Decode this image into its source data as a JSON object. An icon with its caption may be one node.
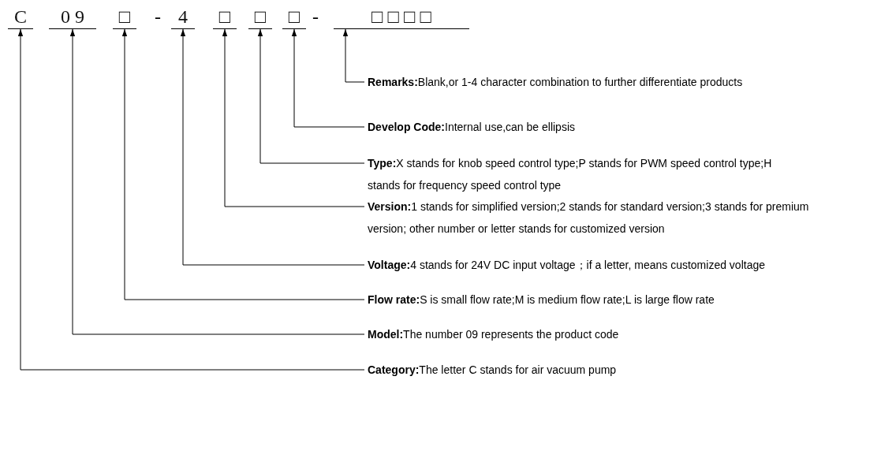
{
  "diagram": {
    "nodes": [
      {
        "text": [
          "C"
        ]
      },
      {
        "text": [
          "0 9"
        ]
      },
      {
        "text": [
          "□"
        ]
      },
      {
        "text": [
          "4"
        ]
      },
      {
        "text": [
          "□"
        ]
      },
      {
        "text": [
          "□"
        ]
      },
      {
        "text": [
          "□"
        ]
      },
      {
        "text": [
          "□ □ □ □"
        ]
      },
      {
        "text": [
          "**Remarks:**Blank,or 1-4 character combination to further differentiate products"
        ]
      },
      {
        "text": [
          "**Develop Code:**Internal use,can be ellipsis"
        ]
      },
      {
        "text": [
          "**Type:**X stands for knob speed control type;P stands for PWM speed control type;H stands for frequency speed control type"
        ]
      },
      {
        "text": [
          "**Version:**1 stands for simplified version;2 stands for standard version;3 stands for premium version; other number or letter stands for customized version"
        ]
      },
      {
        "text": [
          "**Voltage:**4 stands for 24V DC input voltage；if a letter, means customized voltage"
        ]
      },
      {
        "text": [
          "**Flow rate:**S is small flow rate;M is medium flow rate;L is large flow rate"
        ]
      },
      {
        "text": [
          "**Model:**The number 09 represents the product code"
        ]
      },
      {
        "text": [
          "**Category:**The letter C stands for air vacuum pump"
        ]
      }
    ],
    "edges": [
      {
        "from": 8,
        "to": 7,
        "arrow": "to"
      },
      {
        "from": 9,
        "to": 6,
        "arrow": "to"
      },
      {
        "from": 10,
        "to": 5,
        "arrow": "to"
      },
      {
        "from": 11,
        "to": 4,
        "arrow": "to"
      },
      {
        "from": 12,
        "to": 3,
        "arrow": "to"
      },
      {
        "from": 13,
        "to": 2,
        "arrow": "to"
      },
      {
        "from": 14,
        "to": 1,
        "arrow": "to"
      },
      {
        "from": 15,
        "to": 0,
        "arrow": "to"
      }
    ],
    "labels": [
      "-",
      "-"
    ]
  }
}
